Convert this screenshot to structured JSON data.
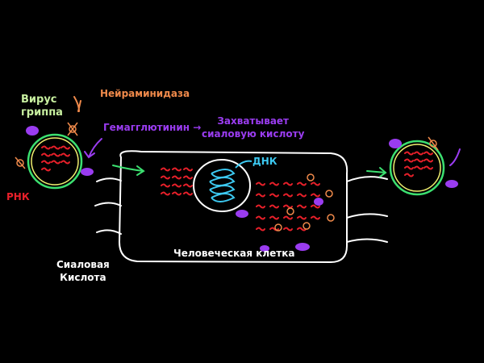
{
  "labels": {
    "virus": [
      "Вирус",
      "гриппа"
    ],
    "neuraminidase": "Нейраминидаза",
    "hemagglutinin": "Гемагглютинин →",
    "captures": [
      "Захватывает",
      "сиаловую кислоту"
    ],
    "dna": "ДНК",
    "rna": "РНК",
    "cell": "Человеческая клетка",
    "sialic_acid": [
      "Сиаловая",
      "Кислота"
    ]
  },
  "colors": {
    "virus_label": "#c8f0a0",
    "orange": "#f08a4b",
    "purple": "#9a3cf0",
    "red": "#e8202a",
    "cyan": "#3cc8f0",
    "green": "#3ce070",
    "yellow": "#f0f070",
    "white": "#ffffff"
  }
}
